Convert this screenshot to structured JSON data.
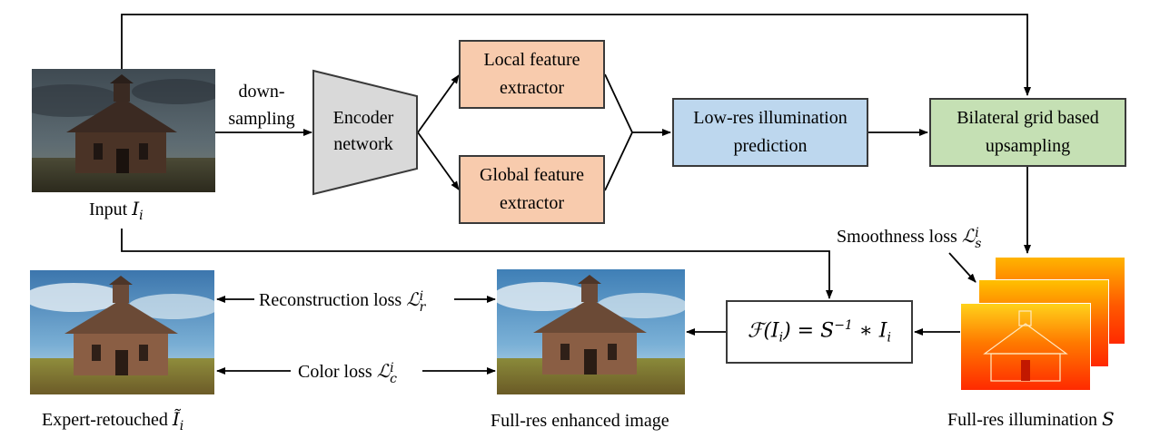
{
  "input": {
    "label": "Input",
    "symbol": "I",
    "sub": "i"
  },
  "downsampling": {
    "line1": "down-",
    "line2": "sampling"
  },
  "encoder": {
    "line1": "Encoder",
    "line2": "network"
  },
  "local_extractor": {
    "line1": "Local feature",
    "line2": "extractor"
  },
  "global_extractor": {
    "line1": "Global feature",
    "line2": "extractor"
  },
  "lowres": {
    "line1": "Low-res illumination",
    "line2": "prediction"
  },
  "bilateral": {
    "line1": "Bilateral grid based",
    "line2": "upsampling"
  },
  "smoothness": {
    "label": "Smoothness loss",
    "symbol": "ℒ",
    "sub": "s",
    "sup": "i"
  },
  "illumination": {
    "label": "Full-res illumination",
    "symbol": "S"
  },
  "formula": {
    "lhs": "ℱ(I",
    "sub": "i",
    "mid": ") = S",
    "sup": "−1",
    "rhs": " ∗ I",
    "sub2": "i"
  },
  "enhanced": {
    "label": "Full-res enhanced image"
  },
  "expert": {
    "label": "Expert-retouched",
    "symbol": "Ĩ",
    "sub": "i"
  },
  "reconstruction": {
    "label": "Reconstruction loss",
    "symbol": "ℒ",
    "sub": "r",
    "sup": "i"
  },
  "color": {
    "label": "Color loss",
    "symbol": "ℒ",
    "sub": "c",
    "sup": "i"
  },
  "colors": {
    "orange": "#f8cbad",
    "blue": "#bdd7ee",
    "green": "#c5e0b4",
    "encoder_gray": "#d9d9d9",
    "illum_red": "#ff2a00",
    "illum_yellow": "#ffd21a"
  }
}
